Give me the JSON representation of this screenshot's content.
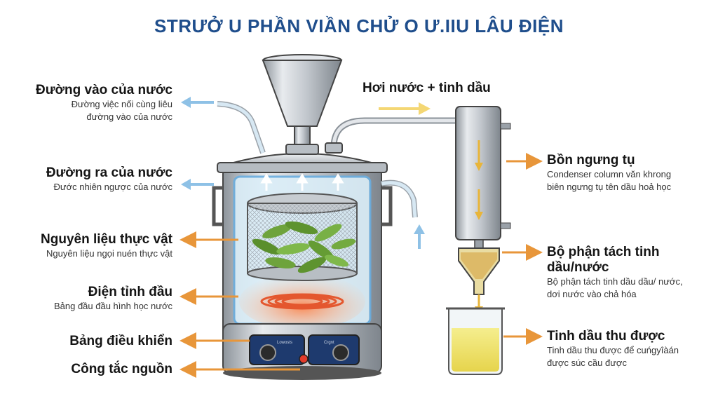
{
  "title": "STRƯỞ U PHẦN VIẦN CHỬ O Ư.IIU LÂU ĐIỆN",
  "colors": {
    "title": "#1f4e8c",
    "blue_arrow": "#6aaee0",
    "orange_arrow": "#e8963a",
    "yellow_arrow": "#f2d04a",
    "steel": "#c9ced4",
    "oil": "#f0e67a"
  },
  "labels_left": [
    {
      "heading": "Đường vào của nước",
      "sub1": "Đường việc nối cùng liêu",
      "sub2": "đường vào của nước"
    },
    {
      "heading": "Đường ra của nước",
      "sub1": "Đước nhiên ngược của nước",
      "sub2": ""
    },
    {
      "heading": "Nguyên liệu thực vật",
      "sub1": "Nguyên liệu ngọi nuén thực vật",
      "sub2": ""
    },
    {
      "heading": "Điện tỉnh đầu",
      "sub1": "Bảng đầu đầu hình học nước",
      "sub2": ""
    },
    {
      "heading": "Bảng điều khiển",
      "sub1": "",
      "sub2": ""
    },
    {
      "heading": "Công tắc nguồn",
      "sub1": "",
      "sub2": ""
    }
  ],
  "labels_right": [
    {
      "heading": "Hơi nước + tinh dầu",
      "sub1": "",
      "sub2": ""
    },
    {
      "heading": "Bồn ngưng tụ",
      "sub1": "Condenser column văn khrong",
      "sub2": "biên ngưng tụ tên dầu hoả học"
    },
    {
      "heading": "Bộ phận tách tinh dầu/nước",
      "sub1": "Bộ phận tách tinh dầu dầu/ nước,",
      "sub2": "dơi nước vào chả hóa"
    },
    {
      "heading": "Tinh dầu thu được",
      "sub1": "Tinh dầu thu được để cuńgyîàán",
      "sub2": "được súc cầu được"
    }
  ],
  "panel": {
    "knob_left_label": "Lowosts",
    "knob_right_label": "Crgnt"
  }
}
